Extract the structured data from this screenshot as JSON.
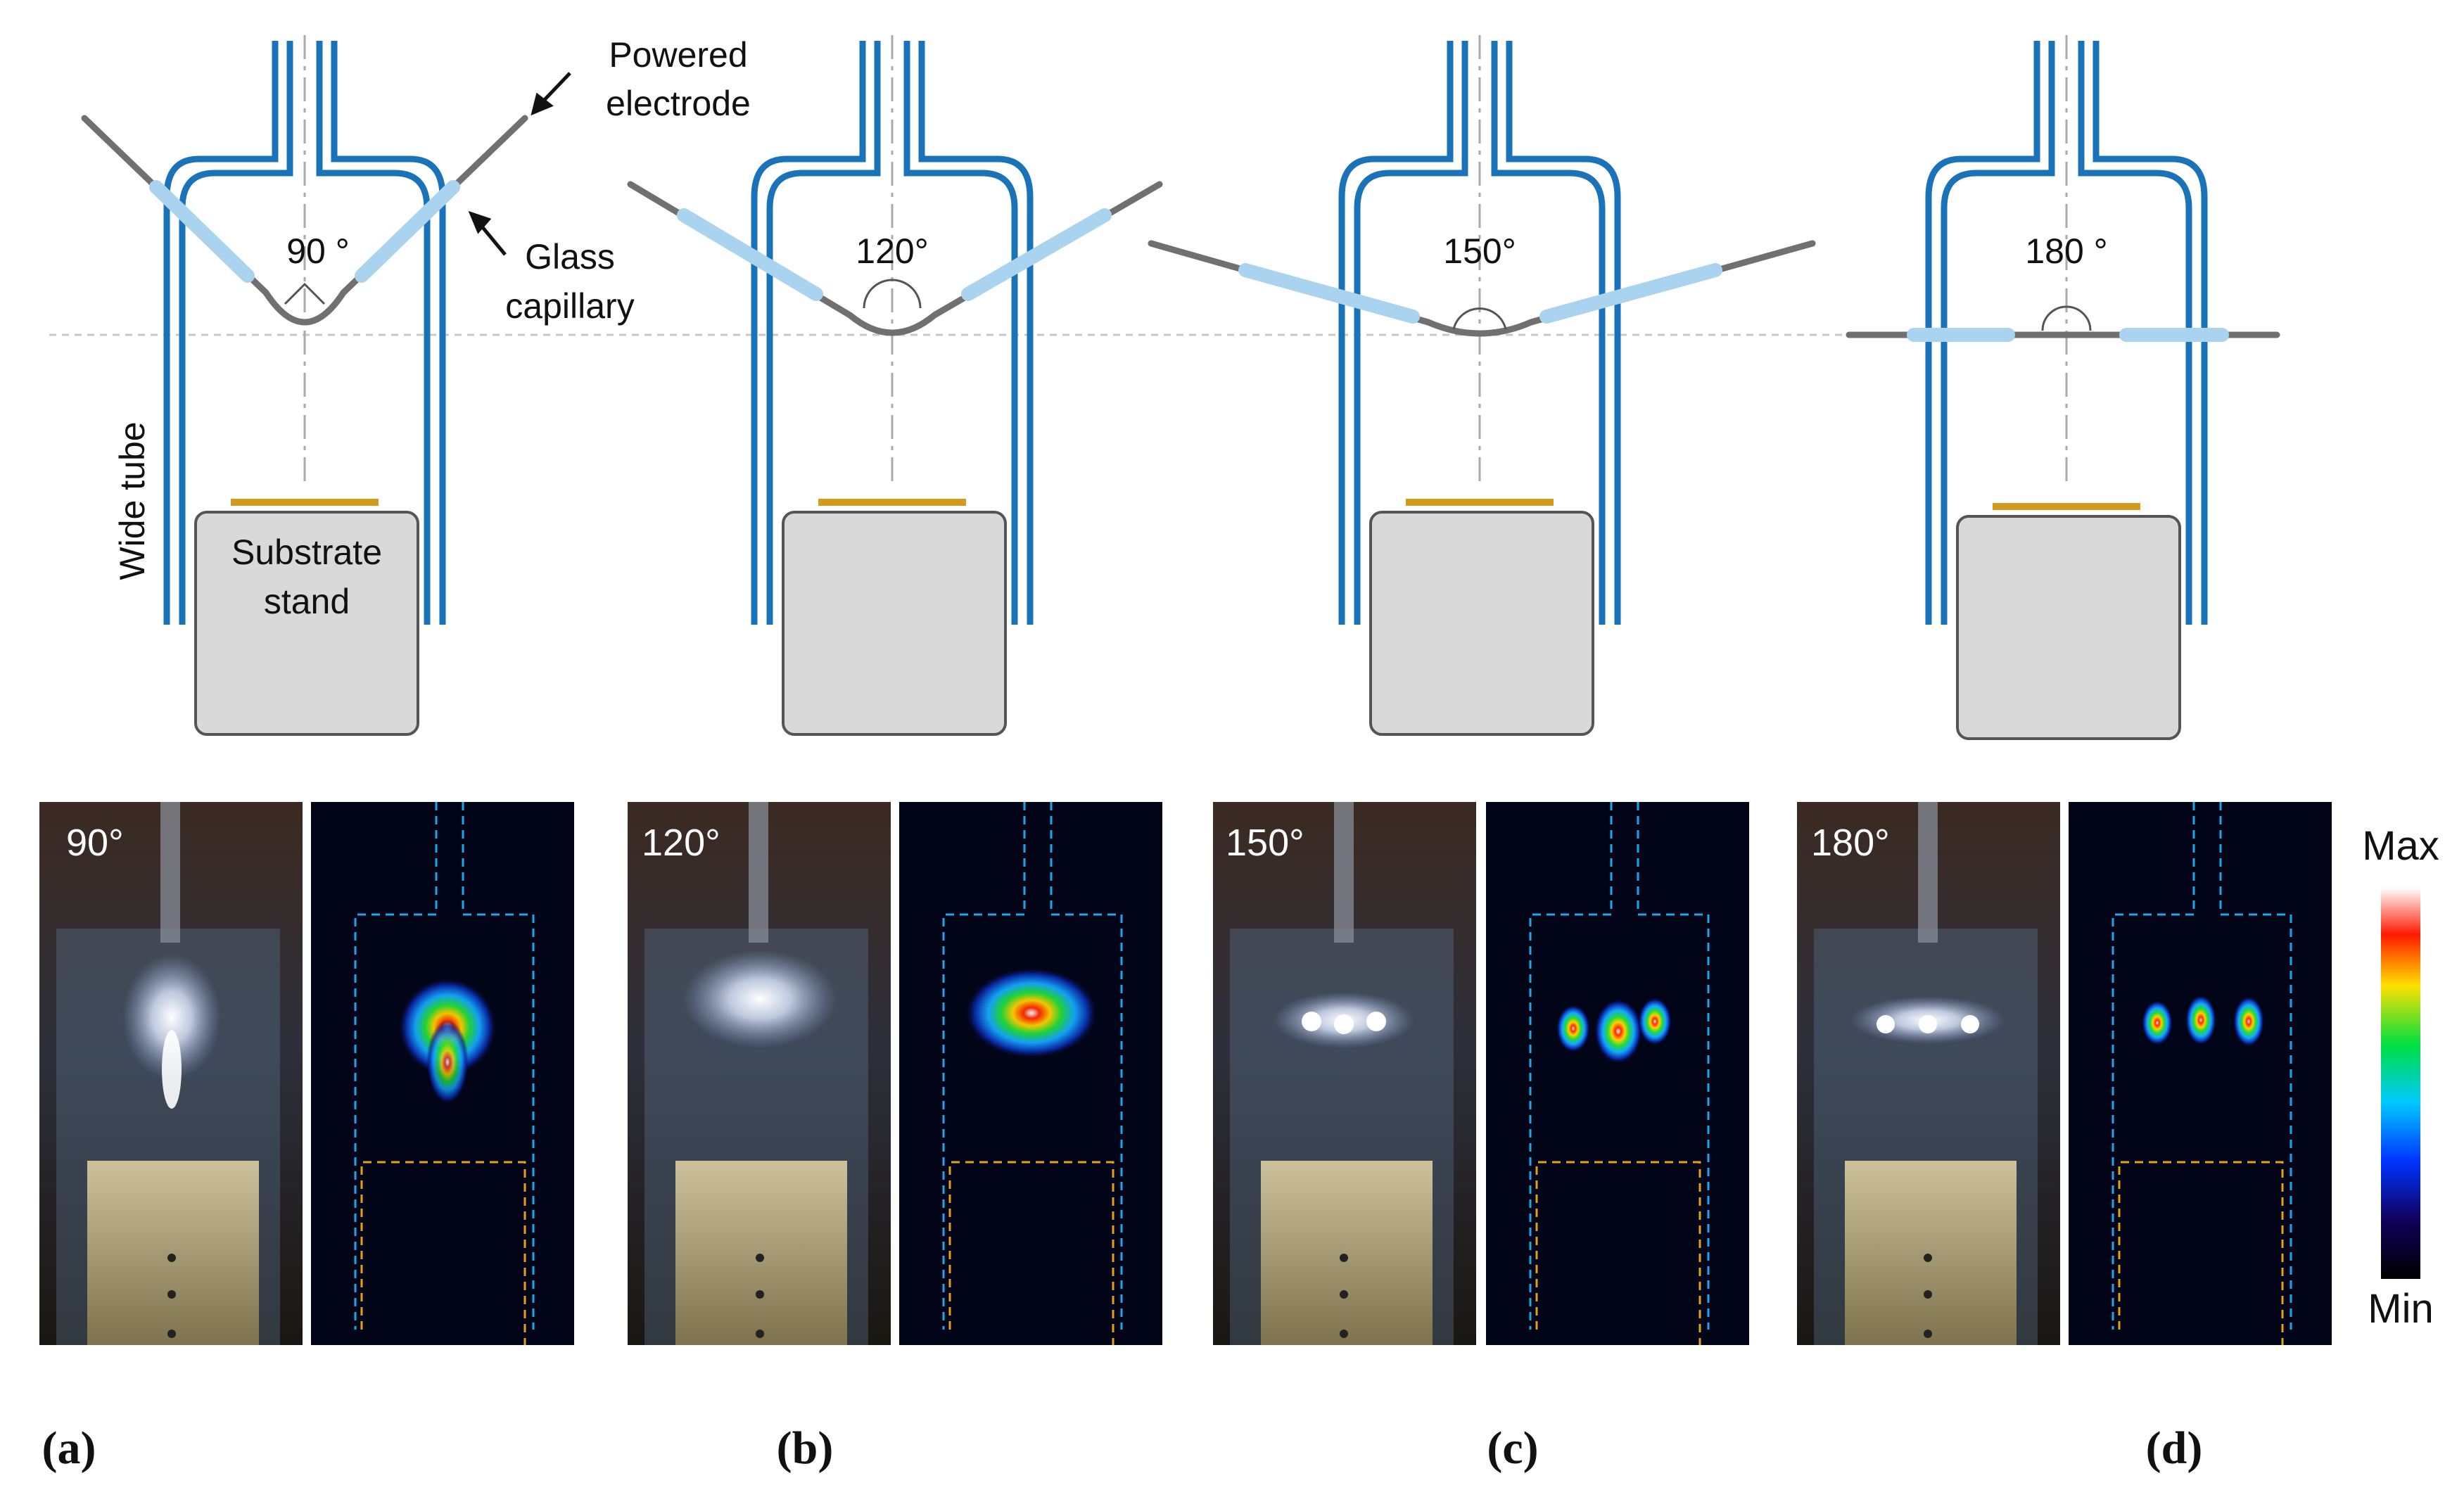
{
  "diagram": {
    "labels": {
      "powered_electrode_line1": "Powered",
      "powered_electrode_line2": "electrode",
      "glass_capillary_line1": "Glass",
      "glass_capillary_line2": "capillary",
      "wide_tube": "Wide tube",
      "substrate_stand_line1": "Substrate",
      "substrate_stand_line2": "stand"
    },
    "panels": [
      {
        "angle_label": "90 °",
        "photo_label": "90°",
        "caption": "(a)"
      },
      {
        "angle_label": "120°",
        "photo_label": "120°",
        "caption": "(b)"
      },
      {
        "angle_label": "150°",
        "photo_label": "150°",
        "caption": "(c)"
      },
      {
        "angle_label": "180 °",
        "photo_label": "180°",
        "caption": "(d)"
      }
    ],
    "colorbar": {
      "max_label": "Max",
      "min_label": "Min"
    },
    "colors": {
      "tube_blue": "#1a73b8",
      "capillary_blue": "#a9d3ef",
      "electrode_gray": "#707070",
      "substrate_gold": "#d49a1a",
      "stand_fill": "#d9d9d9",
      "image_background": "#020418"
    }
  }
}
